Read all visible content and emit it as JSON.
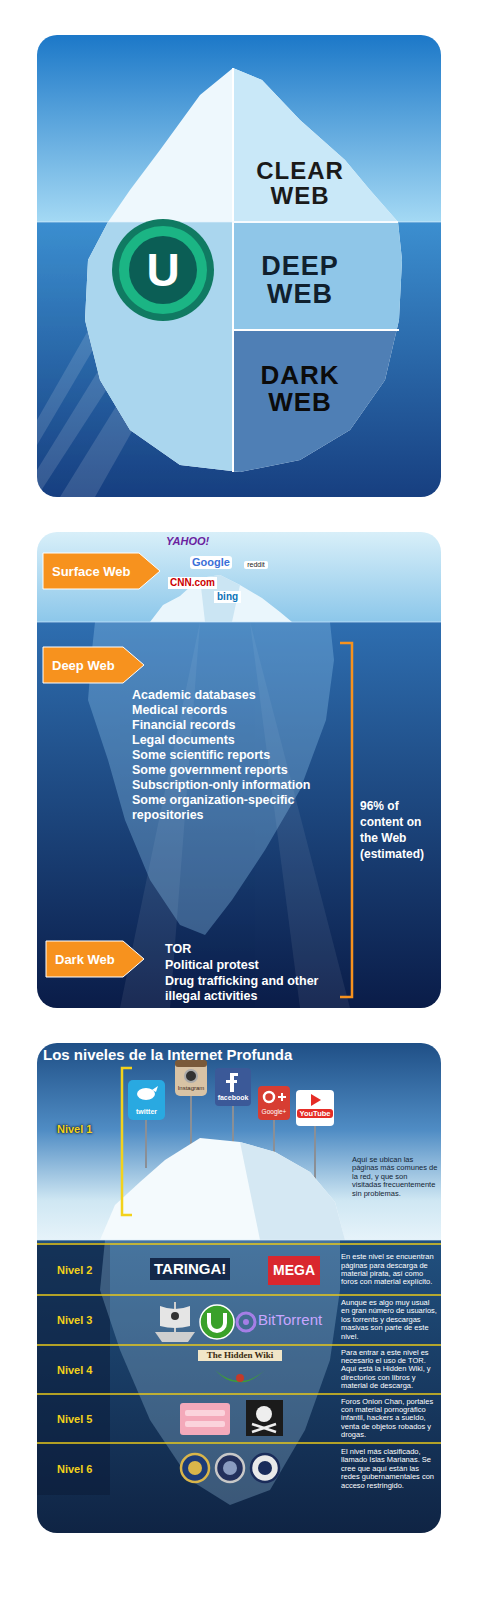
{
  "diagram": {
    "nodes": [
      {
        "text": [
          "CLEAR WEB"
        ]
      },
      {
        "text": [
          "U"
        ]
      },
      {
        "text": [
          "DEEP WEB"
        ]
      },
      {
        "text": [
          "DARK WEB"
        ]
      },
      {
        "text": [
          "Surface Web"
        ]
      },
      {
        "text": [
          "Deep Web"
        ]
      },
      {
        "text": [
          "Dark Web"
        ]
      },
      {
        "text": [
          "Nivel 1",
          "Aquí se ubican las páginas más comunes de la red, y que son visitadas frecuentemente sin problemas."
        ]
      },
      {
        "text": [
          "Nivel 2",
          "En este nivel se encuentran páginas para descarga de material pirata, así como foros con material explícito."
        ]
      },
      {
        "text": [
          "Nivel 3",
          "Aunque es algo muy usual en gran número de usuarios, los torrents y descargas masivas son parte de este nivel."
        ]
      },
      {
        "text": [
          "Nivel 4",
          "Para entrar a este nivel es necesario el uso de TOR. Aquí está la Hidden Wiki, y directorios con libros y material de descarga."
        ]
      },
      {
        "text": [
          "Nivel 5",
          "Foros Onion Chan, portales con material pornográfico infantil, hackers a sueldo, venta de objetos robados y drogas."
        ]
      },
      {
        "text": [
          "Nivel 6",
          "El nivel más clasificado, llamado Islas Marianas. Se cree que aquí están las redes gubernamentales con acceso restringido."
        ]
      }
    ],
    "labels": [
      "YAHOO!",
      "Google",
      "reddit",
      "CNN.com",
      "bing",
      "Academic databases",
      "Medical records",
      "Financial records",
      "Legal documents",
      "Some scientific reports",
      "Some government reports",
      "Subscription-only information",
      "Some organization-specific repositories",
      "96% of content on the Web (estimated)",
      "TOR",
      "Political protest",
      "Drug trafficking and other illegal activities",
      "Los niveles de la Internet Profunda",
      "twitter",
      "Instagram",
      "facebook",
      "Google+",
      "YouTube",
      "TARINGA!",
      "MEGA",
      "BitTorrent",
      "The Hidden Wiki"
    ]
  }
}
